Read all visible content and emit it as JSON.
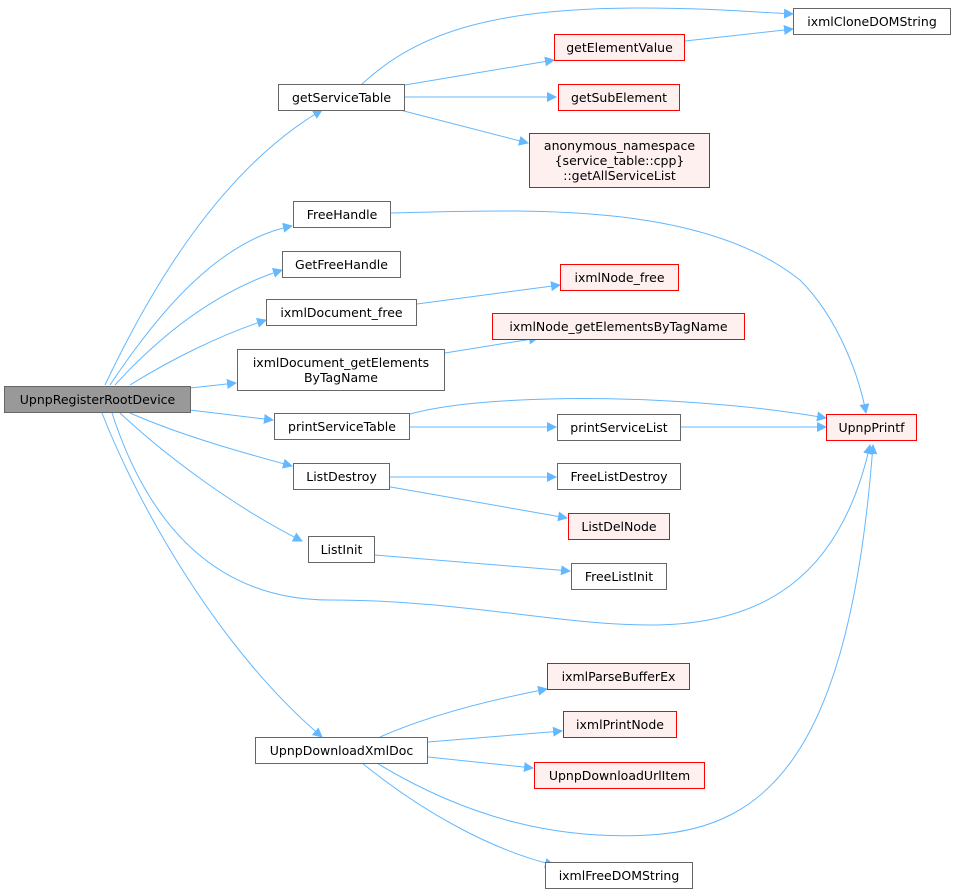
{
  "colors": {
    "edge": "#63b8ff",
    "root_fill": "#999999",
    "normal_border": "#666666",
    "red_border": "#ff0000",
    "red_fill": "#fff0f0"
  },
  "nodes": {
    "root": "UpnpRegisterRootDevice",
    "getServiceTable": "getServiceTable",
    "FreeHandle": "FreeHandle",
    "GetFreeHandle": "GetFreeHandle",
    "ixmlDocument_free": "ixmlDocument_free",
    "ixmlDocument_getElementsByTagName": "ixmlDocument_getElements\nByTagName",
    "printServiceTable": "printServiceTable",
    "ListDestroy": "ListDestroy",
    "ListInit": "ListInit",
    "UpnpDownloadXmlDoc": "UpnpDownloadXmlDoc",
    "ixmlCloneDOMString": "ixmlCloneDOMString",
    "getElementValue": "getElementValue",
    "getSubElement": "getSubElement",
    "getAllServiceList": "anonymous_namespace\n{service_table::cpp}\n::getAllServiceList",
    "ixmlNode_free": "ixmlNode_free",
    "ixmlNode_getElementsByTagName": "ixmlNode_getElementsByTagName",
    "UpnpPrintf": "UpnpPrintf",
    "printServiceList": "printServiceList",
    "FreeListDestroy": "FreeListDestroy",
    "ListDelNode": "ListDelNode",
    "FreeListInit": "FreeListInit",
    "ixmlParseBufferEx": "ixmlParseBufferEx",
    "ixmlPrintNode": "ixmlPrintNode",
    "UpnpDownloadUrlItem": "UpnpDownloadUrlItem",
    "ixmlFreeDOMString": "ixmlFreeDOMString"
  }
}
